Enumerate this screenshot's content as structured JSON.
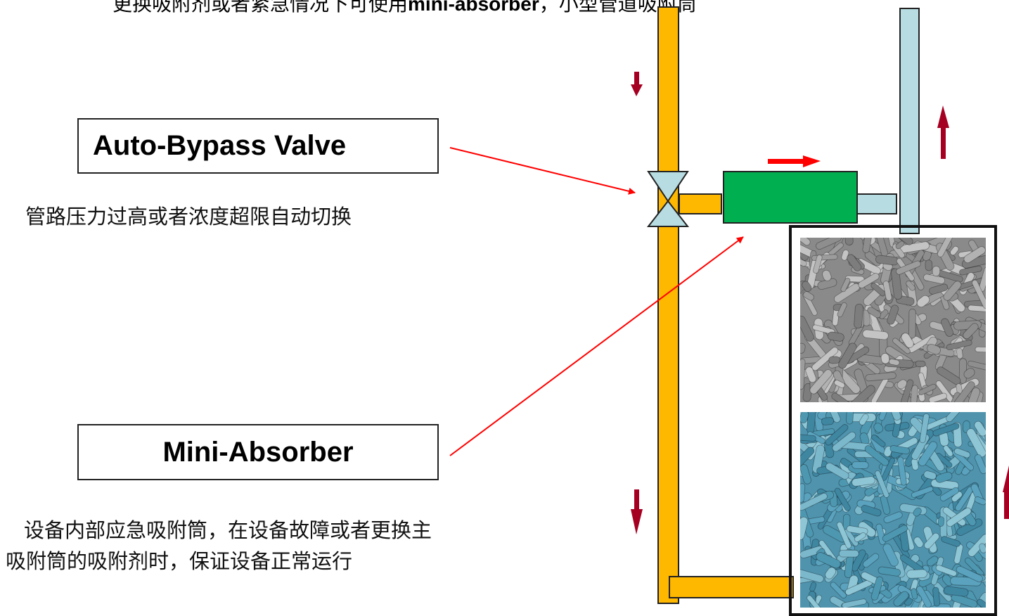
{
  "caption": {
    "part1": "更换吸附剂或者紧急情况下可使用",
    "bold": "mini-absorber",
    "part2": "，小型管道吸附筒"
  },
  "valve_box": {
    "label": "Auto-Bypass Valve"
  },
  "valve_desc": "管路压力过高或者浓度超限自动切换",
  "mini_box": {
    "label": "Mini-Absorber"
  },
  "mini_desc": {
    "line1": "设备内部应急吸附筒，在设备故障或者更换主",
    "line2": "吸附筒的吸附剂时，保证设备正常运行"
  },
  "colors": {
    "pipe_main": "#ffb800",
    "pipe_outlet": "#b7dde2",
    "absorber": "#00b050",
    "flow_arrow": "#a50021",
    "pointer_arrow": "#ff0000",
    "pellet_gray": "#8a8a8a",
    "pellet_blue": "#4f93ad"
  }
}
